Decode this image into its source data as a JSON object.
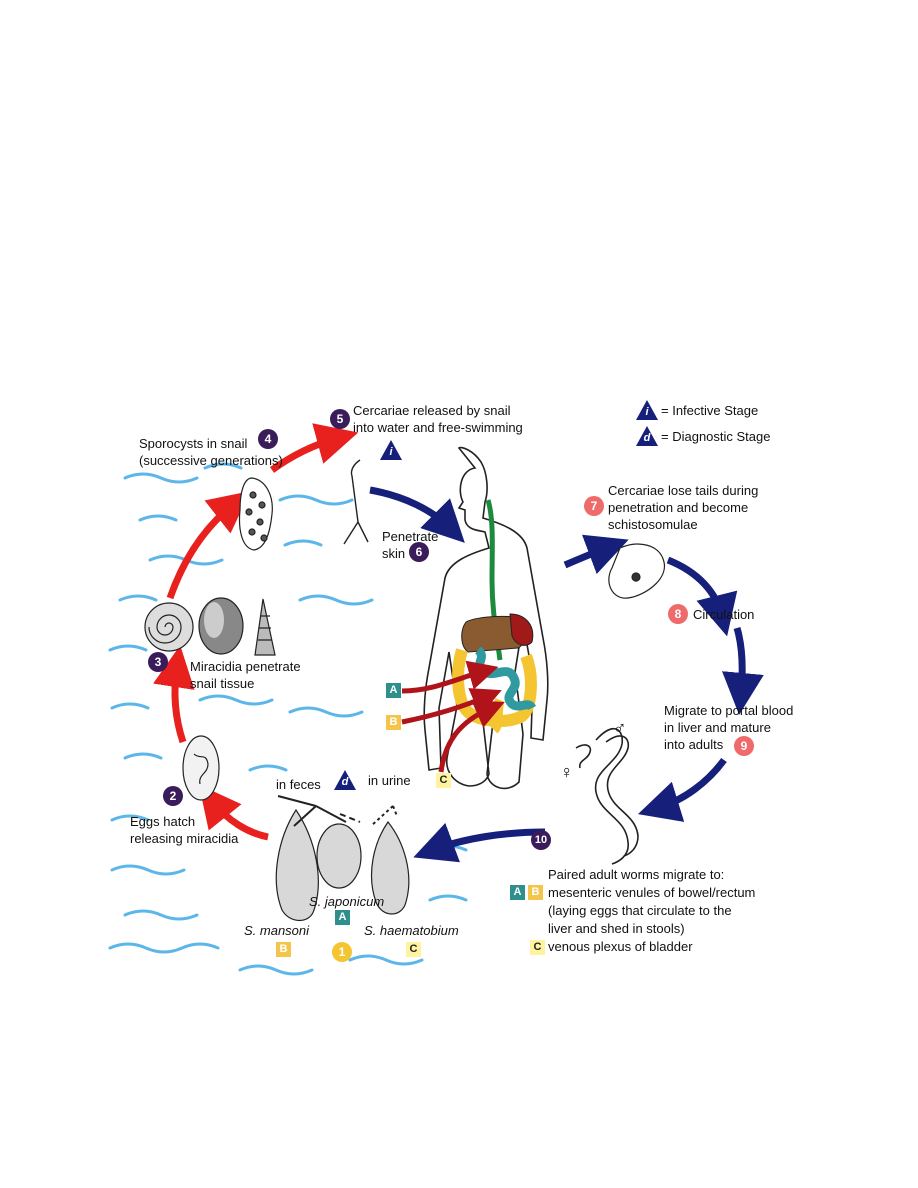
{
  "legend": {
    "infective": "= Infective Stage",
    "diagnostic": "= Diagnostic Stage",
    "infective_letter": "i",
    "diagnostic_letter": "d"
  },
  "steps": {
    "s1": "1",
    "s2": "2",
    "s3": "3",
    "s4": "4",
    "s5": "5",
    "s6": "6",
    "s7": "7",
    "s8": "8",
    "s9": "9",
    "s10": "10"
  },
  "labels": {
    "cercariae_released_1": "Cercariae released by snail",
    "cercariae_released_2": "into water and free-swimming",
    "sporocysts_1": "Sporocysts in snail",
    "sporocysts_2": "(successive generations)",
    "penetrate_1": "Penetrate",
    "penetrate_2": "skin",
    "lose_tails_1": "Cercariae lose tails during",
    "lose_tails_2": "penetration and become",
    "lose_tails_3": "schistosomulae",
    "circulation": "Circulation",
    "migrate_1": "Migrate to portal blood",
    "migrate_2": "in liver and mature",
    "migrate_3": "into adults",
    "miracidia_1": "Miracidia penetrate",
    "miracidia_2": "snail tissue",
    "eggs_hatch_1": "Eggs hatch",
    "eggs_hatch_2": "releasing miracidia",
    "in_feces": "in feces",
    "in_urine": "in urine",
    "s_mansoni": "S. mansoni",
    "s_japonicum": "S. japonicum",
    "s_haematobium": "S. haematobium",
    "paired_1": "Paired adult worms migrate to:",
    "paired_2": "mesenteric venules of bowel/rectum",
    "paired_3": "(laying eggs that circulate to the",
    "paired_4": "liver and shed in stools)",
    "paired_5": "venous plexus of bladder",
    "female": "♀",
    "male": "♂"
  },
  "boxes": {
    "a": "A",
    "b": "B",
    "c": "C"
  },
  "colors": {
    "red_arrow": "#e8211f",
    "blue_arrow": "#16207a",
    "water": "#5cb6ea",
    "step_dark": "#3a1c5a",
    "step_pink": "#ef6b6b",
    "step_yellow": "#f5c531",
    "species_a": "#2f8f8c",
    "species_b": "#f5c44a",
    "species_c": "#fff3a0"
  }
}
